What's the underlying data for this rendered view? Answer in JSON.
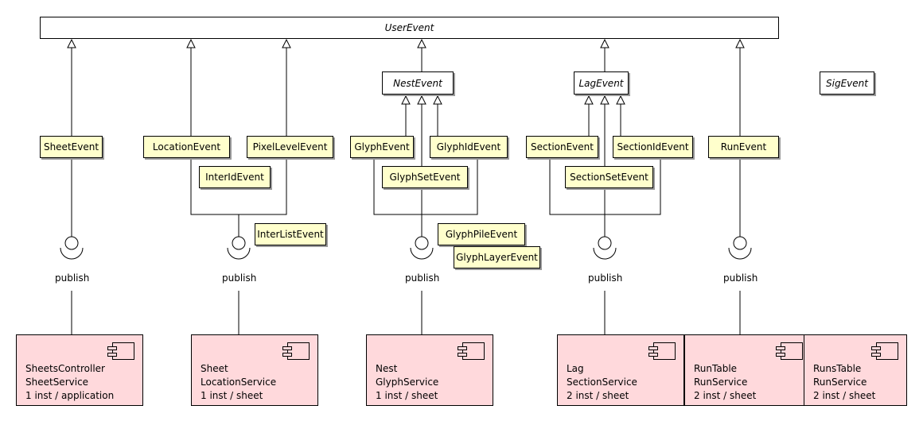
{
  "user_event": "UserEvent",
  "nest_event": "NestEvent",
  "lag_event": "LagEvent",
  "sig_event": "SigEvent",
  "events": {
    "sheet": "SheetEvent",
    "location": "LocationEvent",
    "pixel_level": "PixelLevelEvent",
    "inter_id": "InterIdEvent",
    "inter_list": "InterListEvent",
    "glyph": "GlyphEvent",
    "glyph_id": "GlyphIdEvent",
    "glyph_set": "GlyphSetEvent",
    "glyph_pile": "GlyphPileEvent",
    "glyph_layer": "GlyphLayerEvent",
    "section": "SectionEvent",
    "section_id": "SectionIdEvent",
    "section_set": "SectionSetEvent",
    "run": "RunEvent"
  },
  "publish_label": "publish",
  "services": [
    {
      "line1": "SheetsController",
      "line2": "SheetService",
      "line3": "1 inst / application"
    },
    {
      "line1": "Sheet",
      "line2": "LocationService",
      "line3": "1 inst / sheet"
    },
    {
      "line1": "Nest",
      "line2": "GlyphService",
      "line3": "1 inst / sheet"
    },
    {
      "line1": "Lag",
      "line2": "SectionService",
      "line3": "2 inst / sheet"
    },
    {
      "line1": "RunTable",
      "line2": "RunService",
      "line3": "2 inst / sheet"
    },
    {
      "line1": "RunsTable",
      "line2": "RunService",
      "line3": "2 inst / sheet"
    }
  ]
}
